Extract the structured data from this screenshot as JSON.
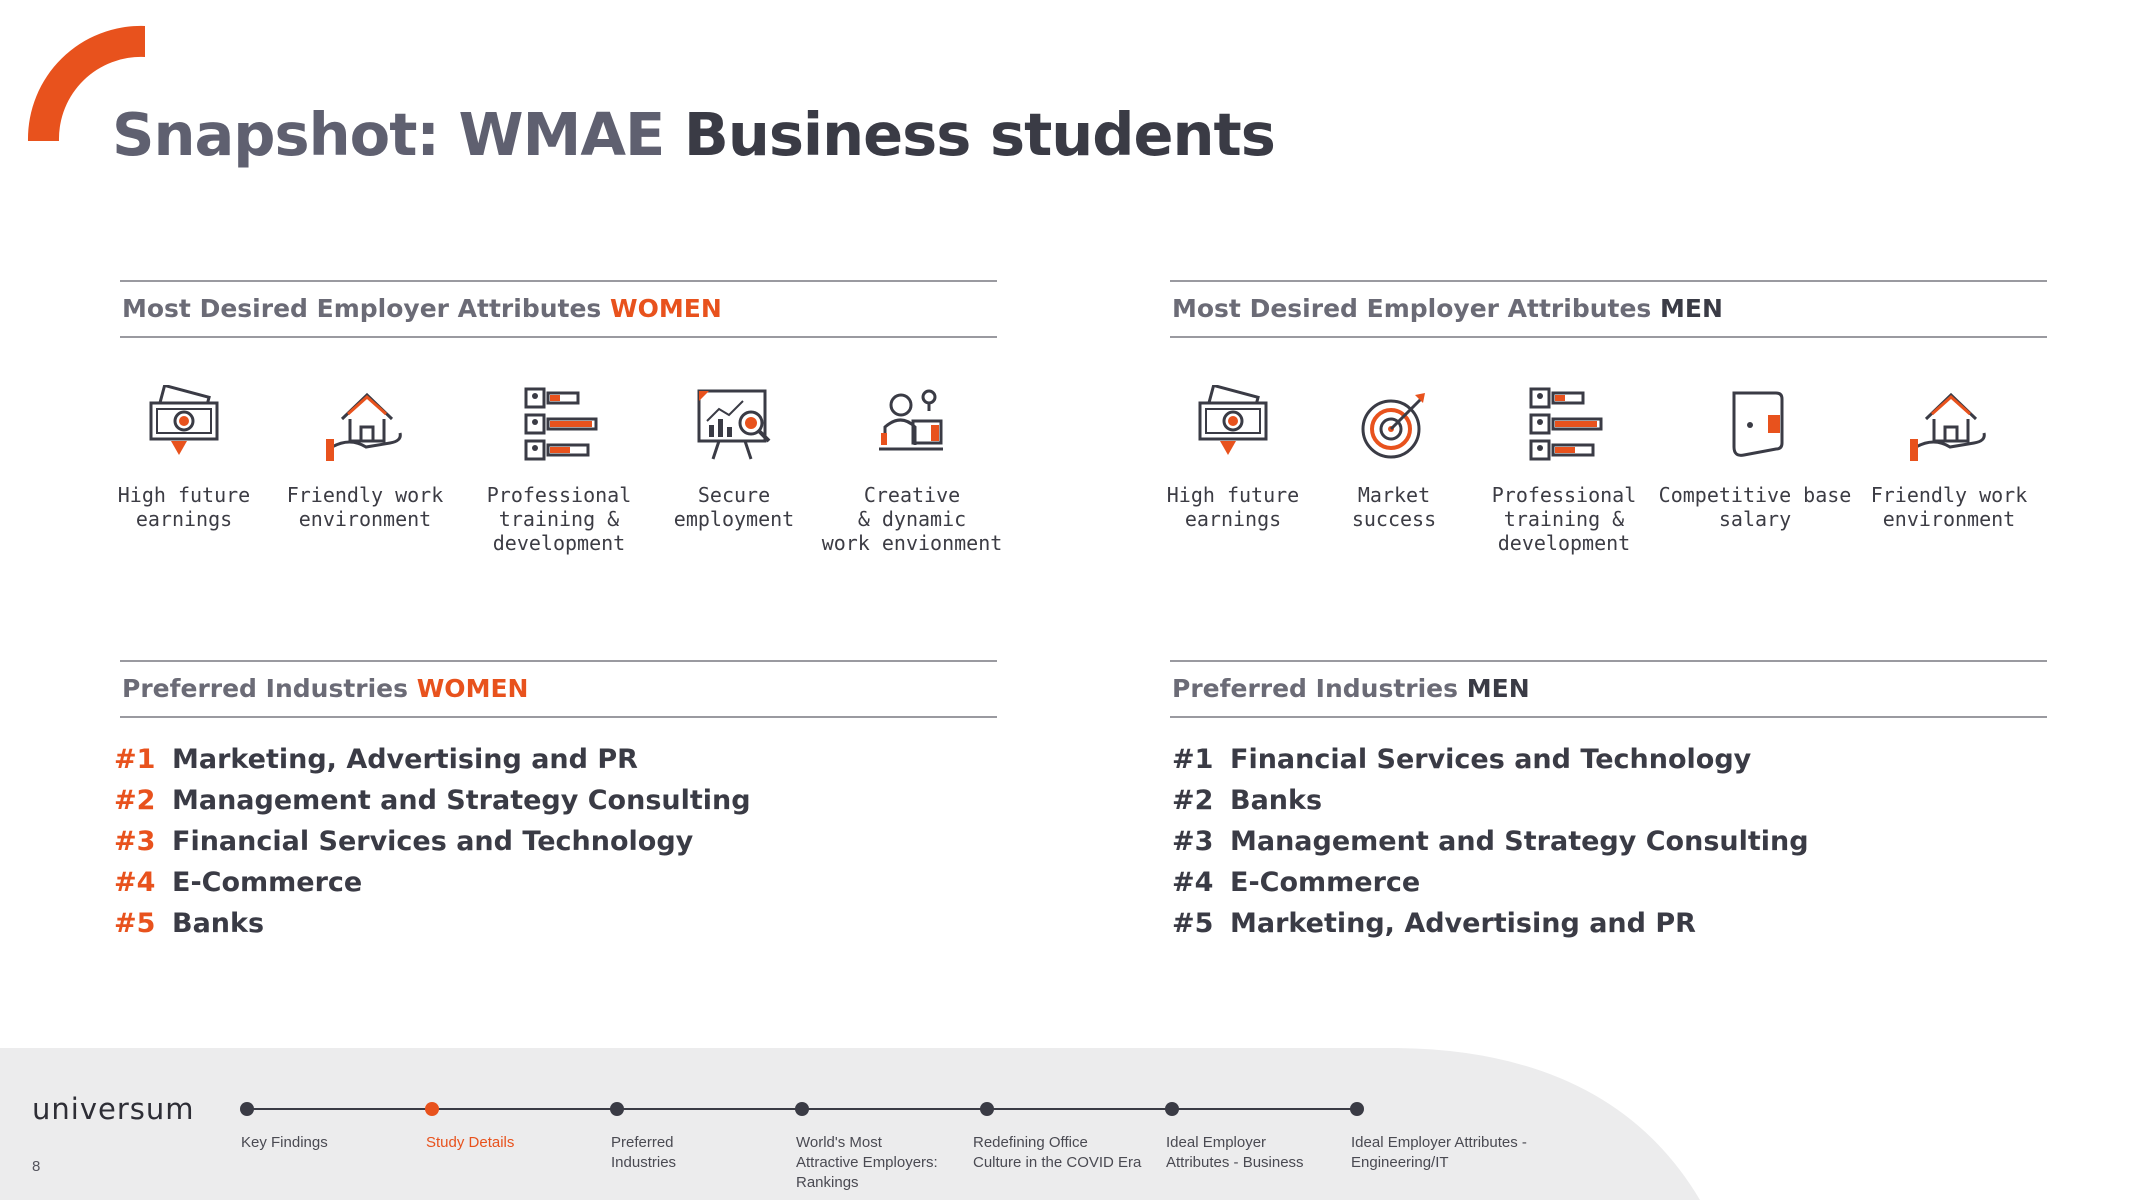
{
  "title": {
    "light": "Snapshot: WMAE",
    "dark": "Business students"
  },
  "colors": {
    "accent": "#e8521d",
    "dark": "#3a3b45",
    "muted": "#6b6b76",
    "footer": "#ececed"
  },
  "women_attributes": {
    "heading": "Most Desired Employer Attributes",
    "accent": "WOMEN",
    "items": [
      {
        "icon": "money-icon",
        "label": "High future\nearnings"
      },
      {
        "icon": "house-hand-icon",
        "label": "Friendly work\nenvironment"
      },
      {
        "icon": "training-bars-icon",
        "label": "Professional\ntraining &\ndevelopment"
      },
      {
        "icon": "presentation-chart-icon",
        "label": "Secure\nemployment"
      },
      {
        "icon": "creative-person-icon",
        "label": "Creative\n& dynamic\nwork envionment"
      }
    ]
  },
  "men_attributes": {
    "heading": "Most Desired Employer Attributes",
    "accent": "MEN",
    "items": [
      {
        "icon": "money-icon",
        "label": "High future\nearnings"
      },
      {
        "icon": "target-icon",
        "label": "Market\nsuccess"
      },
      {
        "icon": "training-bars-icon",
        "label": "Professional\ntraining &\ndevelopment"
      },
      {
        "icon": "wallet-icon",
        "label": "Competitive base\nsalary"
      },
      {
        "icon": "house-hand-icon",
        "label": "Friendly work\nenvironment"
      }
    ]
  },
  "women_industries": {
    "heading": "Preferred Industries",
    "accent": "WOMEN",
    "items": [
      {
        "rank": "#1",
        "name": "Marketing, Advertising and PR"
      },
      {
        "rank": "#2",
        "name": "Management and Strategy Consulting"
      },
      {
        "rank": "#3",
        "name": "Financial Services and Technology"
      },
      {
        "rank": "#4",
        "name": "E-Commerce"
      },
      {
        "rank": "#5",
        "name": "Banks"
      }
    ]
  },
  "men_industries": {
    "heading": "Preferred Industries",
    "accent": "MEN",
    "items": [
      {
        "rank": "#1",
        "name": "Financial Services and Technology"
      },
      {
        "rank": "#2",
        "name": "Banks"
      },
      {
        "rank": "#3",
        "name": "Management and Strategy Consulting"
      },
      {
        "rank": "#4",
        "name": "E-Commerce"
      },
      {
        "rank": "#5",
        "name": "Marketing, Advertising and PR"
      }
    ]
  },
  "footer": {
    "logo": "universum",
    "page_number": "8",
    "timeline": [
      {
        "label": "Key Findings",
        "active": false
      },
      {
        "label": "Study Details",
        "active": true
      },
      {
        "label": "Preferred\nIndustries",
        "active": false
      },
      {
        "label": "World's Most\nAttractive Employers:\nRankings",
        "active": false
      },
      {
        "label": "Redefining Office\nCulture in the COVID Era",
        "active": false
      },
      {
        "label": "Ideal Employer\nAttributes - Business",
        "active": false
      },
      {
        "label": "Ideal Employer Attributes -\nEngineering/IT",
        "active": false
      }
    ]
  }
}
